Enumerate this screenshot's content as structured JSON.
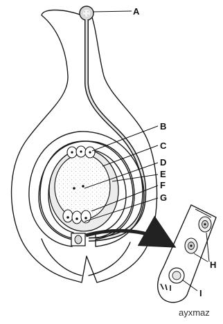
{
  "diagram": {
    "labels": {
      "A": "A",
      "B": "B",
      "C": "C",
      "D": "D",
      "E": "E",
      "F": "F",
      "G": "G",
      "H": "H",
      "I": "I"
    },
    "watermark": "ayxmaz"
  }
}
